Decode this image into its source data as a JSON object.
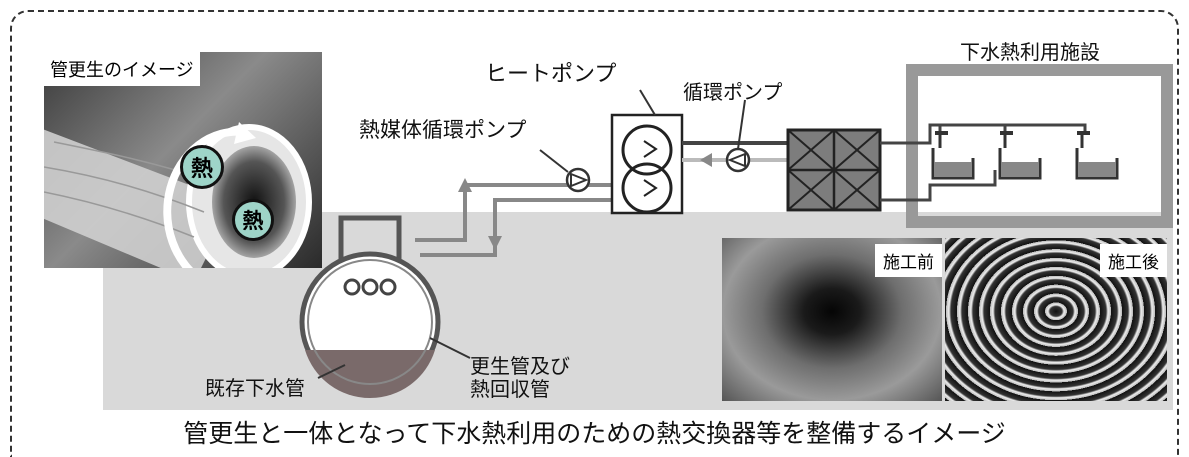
{
  "inset_title": "管更生のイメージ",
  "heat_badge": "熱",
  "labels": {
    "heat_pump": "ヒートポンプ",
    "circulation_pump": "循環ポンプ",
    "heat_medium_pump": "熱媒体循環ポンプ",
    "facility": "下水熱利用施設",
    "existing_sewer": "既存下水管",
    "renewal_pipe_line1": "更生管及び",
    "renewal_pipe_line2": "熱回収管"
  },
  "photos": {
    "before_label": "施工前",
    "after_label": "施工後"
  },
  "caption": "管更生と一体となって下水熱利用のための熱交換器等を整備するイメージ"
}
